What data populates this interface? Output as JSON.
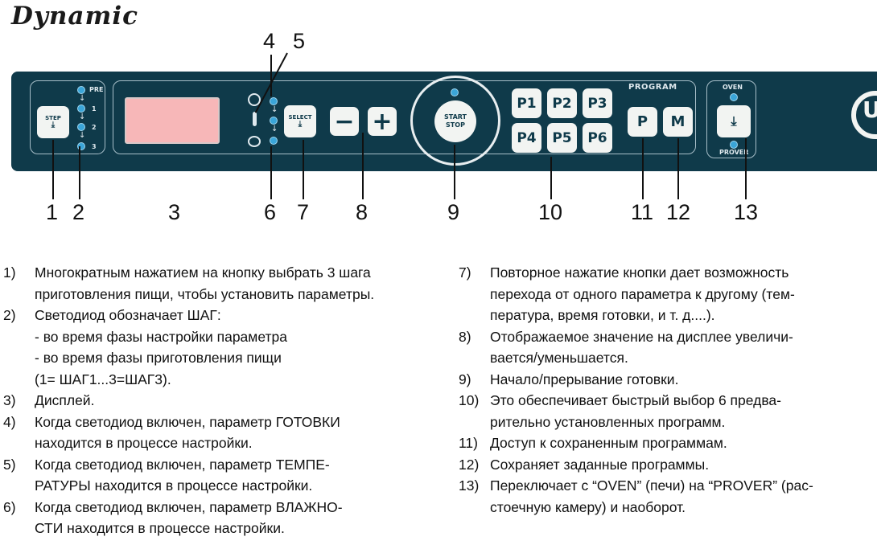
{
  "brand": "Dynamic",
  "panel": {
    "step_label": "STEP",
    "step_leds": [
      "PRE",
      "1",
      "2",
      "3"
    ],
    "select_label": "SELECT",
    "minus": "−",
    "plus": "+",
    "start": "START",
    "stop": "STOP",
    "programs": [
      "P1",
      "P2",
      "P3",
      "P4",
      "P5",
      "P6"
    ],
    "program_header": "PROGRAM",
    "p_button": "P",
    "m_button": "M",
    "oven": "OVEN",
    "prover": "PROVER",
    "logo": "U"
  },
  "callouts": {
    "n1": "1",
    "n2": "2",
    "n3": "3",
    "n4": "4",
    "n5": "5",
    "n6": "6",
    "n7": "7",
    "n8": "8",
    "n9": "9",
    "n10": "10",
    "n11": "11",
    "n12": "12",
    "n13": "13"
  },
  "descriptions": {
    "left": [
      {
        "num": "1)",
        "lines": [
          "Многократным нажатием на кнопку выбрать 3 шага",
          "приготовления пищи, чтобы установить параметры."
        ]
      },
      {
        "num": "2)",
        "lines": [
          "Светодиод обозначает ШАГ:",
          "- во время фазы настройки параметра",
          "- во время фазы приготовления пищи",
          "(1= ШАГ1...3=ШАГ3)."
        ]
      },
      {
        "num": "3)",
        "lines": [
          "Дисплей."
        ]
      },
      {
        "num": "4)",
        "lines": [
          "Когда светодиод включен, параметр ГОТОВКИ",
          "находится в процессе настройки."
        ]
      },
      {
        "num": "5)",
        "lines": [
          "Когда светодиод включен, параметр ТЕМПЕ-",
          "РАТУРЫ находится в процессе настройки."
        ]
      },
      {
        "num": "6)",
        "lines": [
          "Когда светодиод включен, параметр ВЛАЖНО-",
          "СТИ находится в процессе настройки."
        ]
      }
    ],
    "right": [
      {
        "num": "7)",
        "lines": [
          "Повторное нажатие кнопки дает возможность",
          "перехода от одного параметра к другому (тем-",
          "пература, время готовки, и т. д....)."
        ]
      },
      {
        "num": "8)",
        "lines": [
          "Отображаемое значение на дисплее увеличи-",
          "вается/уменьшается."
        ]
      },
      {
        "num": "9)",
        "lines": [
          "Начало/прерывание готовки."
        ]
      },
      {
        "num": "10)",
        "lines": [
          "Это обеспечивает быстрый выбор 6 предва-",
          "рительно установленных программ."
        ]
      },
      {
        "num": "11)",
        "lines": [
          "Доступ к сохраненным программам."
        ]
      },
      {
        "num": "12)",
        "lines": [
          "Сохраняет заданные программы."
        ]
      },
      {
        "num": "13)",
        "lines": [
          "Переключает с “OVEN” (печи) на “PROVER” (рас-",
          "стоечную камеру) и наоборот."
        ]
      }
    ]
  },
  "colors": {
    "panel": "#0f3a4a",
    "led": "#3aa5d8",
    "display": "#f7b7b8",
    "button": "#f2f4f2"
  }
}
